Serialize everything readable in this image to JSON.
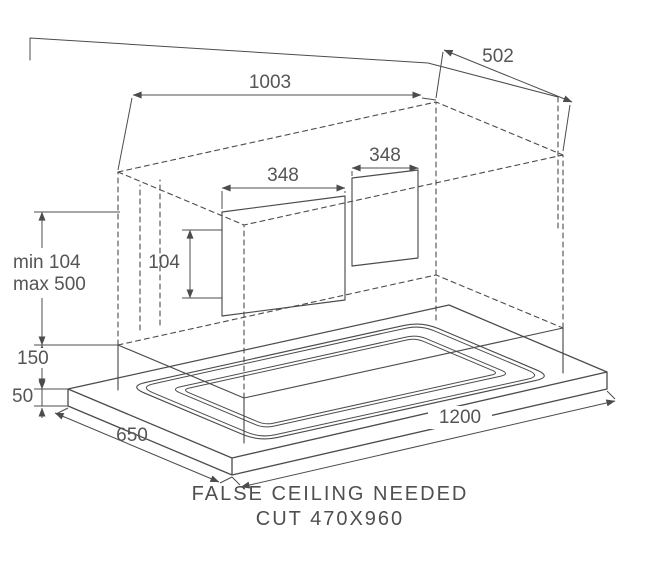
{
  "drawing": {
    "dims": {
      "body_width": "1003",
      "body_depth": "502",
      "inner_a": "348",
      "inner_b": "348",
      "inner_height": "104",
      "min_height": "min 104",
      "max_height": "max 500",
      "recess_height": "150",
      "panel_thickness": "50",
      "panel_depth": "650",
      "panel_width": "1200"
    },
    "caption": {
      "line1": "FALSE CEILING NEEDED",
      "line2": "CUT 470X960"
    },
    "colors": {
      "line": "#4c4c4c",
      "text": "#555555",
      "background": "#ffffff"
    }
  }
}
